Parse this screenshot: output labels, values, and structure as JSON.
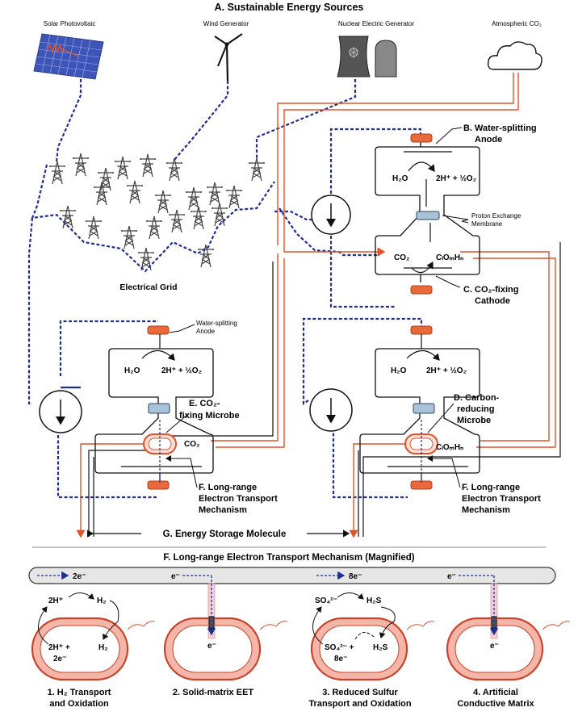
{
  "top": {
    "title": "A. Sustainable Energy Sources",
    "sources": [
      "Solar Photovoltaic",
      "Wind Generator",
      "Nuclear Electric Generator",
      "Atmospheric CO₂"
    ],
    "grid_label": "Electrical Grid"
  },
  "cell_b": {
    "anode_label": "B. Water-splitting",
    "anode_label2": "Anode",
    "h2o": "H₂O",
    "products": "2H⁺ + ½O₂",
    "pem_label": "Proton Exchange",
    "pem_label2": "Membrane",
    "co2": "CO₂",
    "product": "CₗOₘHₙ",
    "cathode_label": "C. CO₂-fixing",
    "cathode_label2": "Cathode"
  },
  "cell_e": {
    "anode_label": "Water-splitting",
    "anode_label2": "Anode",
    "h2o": "H₂O",
    "products": "2H⁺ + ½O₂",
    "microbe_label": "E. CO₂-",
    "microbe_label2": "fixing Microbe",
    "co2": "CO₂",
    "transport_label": "F. Long-range",
    "transport_label2": "Electron Transport",
    "transport_label3": "Mechanism"
  },
  "cell_d": {
    "h2o": "H₂O",
    "products": "2H⁺ + ½O₂",
    "microbe_label": "D. Carbon-",
    "microbe_label2": "reducing",
    "microbe_label3": "Microbe",
    "product": "CₗOₘHₙ",
    "transport_label": "F. Long-range",
    "transport_label2": "Electron Transport",
    "transport_label3": "Mechanism"
  },
  "storage_label": "G. Energy Storage Molecule",
  "bottom": {
    "title": "F. Long-range Electron Transport Mechanism (Magnified)",
    "e_2": "2e⁻",
    "e_1": "e⁻",
    "e_8": "8e⁻",
    "p1_h_plus": "2H⁺",
    "p1_h2": "H₂",
    "p1_inner_a": "2H⁺ +",
    "p1_inner_b": "2e⁻",
    "p1_inner_h2": "H₂",
    "p2_e": "e⁻",
    "p3_so4": "SO₄²⁻",
    "p3_h2s": "H₂S",
    "p3_inner_a": "SO₄²⁻ +",
    "p3_inner_b": "8e⁻",
    "p3_inner_h2s": "H₂S",
    "p4_e": "e⁻",
    "panel1a": "1. H₂ Transport",
    "panel1b": "and Oxidation",
    "panel2": "2. Solid-matrix EET",
    "panel3a": "3. Reduced Sulfur",
    "panel3b": "Transport and Oxidation",
    "panel4a": "4. Artificial",
    "panel4b": "Conductive Matrix"
  },
  "colors": {
    "wire": "#1f2f8f",
    "co2_line": "#e0522a",
    "membrane": "#a9c2dc",
    "electrode": "#e9693a",
    "cell_pink": "#f3b6a8"
  }
}
